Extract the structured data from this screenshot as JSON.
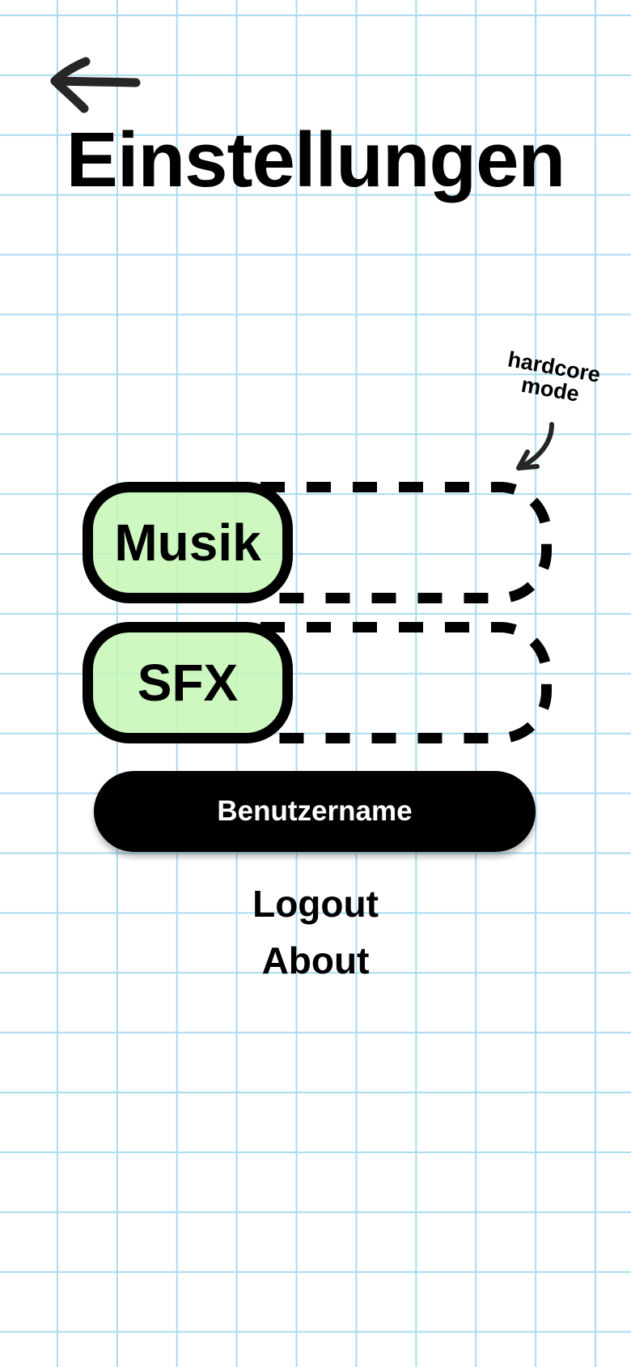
{
  "header": {
    "back_icon": "arrow-left-icon",
    "title": "Einstellungen"
  },
  "hint": {
    "text": "hardcore mode",
    "icon": "curved-arrow-down-icon"
  },
  "toggles": [
    {
      "label": "Musik",
      "state": "off"
    },
    {
      "label": "SFX",
      "state": "off"
    }
  ],
  "account": {
    "username_label": "Benutzername"
  },
  "links": {
    "logout": "Logout",
    "about": "About"
  },
  "colors": {
    "grid": "#a9dcef",
    "toggle_fill": "#c6f7b5",
    "ink": "#000000",
    "button_text": "#ffffff"
  }
}
